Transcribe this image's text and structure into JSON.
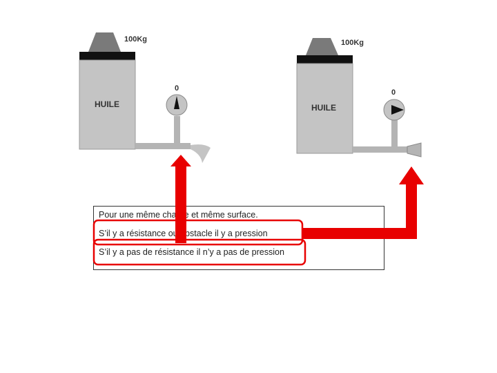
{
  "left_tank": {
    "weight_label": "100Kg",
    "oil_label": "HUILE",
    "gauge_reading": "0"
  },
  "right_tank": {
    "weight_label": "100Kg",
    "oil_label": "HUILE",
    "gauge_reading": "0"
  },
  "text_box": {
    "line1": "Pour une même charge et même surface.",
    "line2": "S’il y a résistance ou obstacle il y a  pression",
    "line3": "S’il y a pas de résistance il n’y a pas de pression"
  },
  "colors": {
    "tank": "#c4c4c4",
    "weight": "#7a7a7a",
    "lid": "#111111",
    "arrow": "#e80000",
    "pipe": "#b4b4b4"
  }
}
